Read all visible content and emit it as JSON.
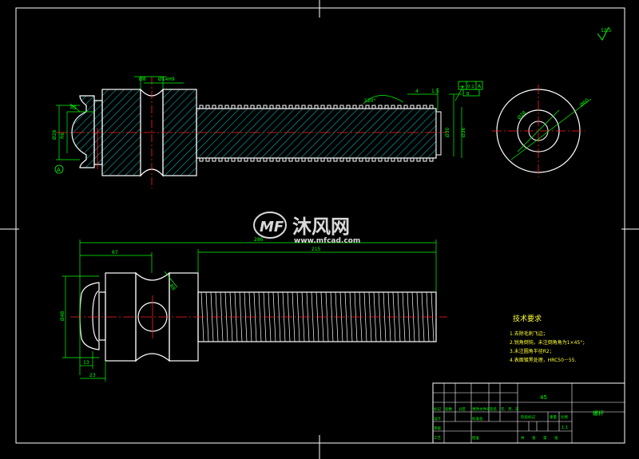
{
  "colors": {
    "background": "#000000",
    "outline": "#ffffff",
    "dimension": "#00ff00",
    "hatch": "#00ffff",
    "centerline": "#ff2020",
    "note": "#ffff33"
  },
  "roughness_symbol": "12.5",
  "top_view": {
    "dims": {
      "d_left_chamfer": "R5",
      "d_left_neck": "Ø28",
      "d_ring": "R6",
      "d_hole_top": "Ø8",
      "d_hole_fit": "Ø14H9",
      "d_angle": "120°",
      "d_thread_len": "4",
      "d_thread_x": "1.5",
      "d_right_1": "Ø30",
      "d_right_2": "Ø36",
      "gtol_symbol": "⌯",
      "gtol_value": "0.1",
      "gtol_ref": "A",
      "gtol_extra": "B"
    },
    "datum": "A"
  },
  "side_view": {
    "dims": {
      "inner": "Ø28",
      "outer": "Ø60"
    }
  },
  "front_view": {
    "dims": {
      "overall": "286",
      "left": "67",
      "thread": "215",
      "height": "Ø48",
      "bottom_1": "13",
      "bottom_2": "23",
      "angle": "R8"
    }
  },
  "watermark": {
    "logo_text": "MF",
    "cn_name": "沐风网",
    "url": "www.mfcad.com"
  },
  "tech_notes": {
    "title": "技术要求",
    "items": [
      "1.去除毛刺飞边；",
      "2.锐角倒钝，未注倒角角为1×45°；",
      "3.未注圆角半径R2；",
      "4.表面镀黑处理，HRC50－55."
    ]
  },
  "title_block": {
    "part_name": "螺杆",
    "material": "45",
    "labels": [
      "标记",
      "处数",
      "分区",
      "更改文件号",
      "签名",
      "年、月、日",
      "设计",
      "标准化",
      "阶段标记",
      "重量",
      "比例",
      "审核",
      "工艺",
      "批准",
      "共",
      "张",
      "第",
      "张"
    ],
    "scale": "1:1"
  }
}
